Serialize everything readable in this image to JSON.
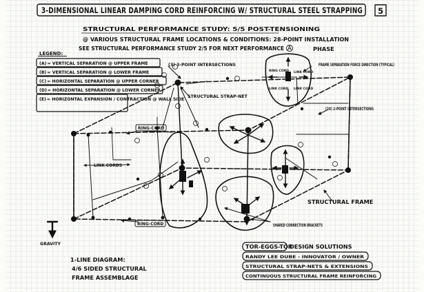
{
  "header": {
    "title": "3-DIMENSIONAL LINEAR DAMPING CORD REINFORCING W/ STRUCTURAL STEEL STRAPPING",
    "page_number": "5"
  },
  "subtitle": {
    "line1": "STRUCTURAL PERFORMANCE STUDY: 5/5 POST-TENSIONING",
    "line2": "@ VARIOUS STRUCTURAL FRAME LOCATIONS & CONDITIONS: 28-POINT INSTALLATION",
    "line3": "SEE STRUCTURAL PERFORMANCE STUDY 2/5 FOR NEXT PERFORMANCE",
    "phase_label": "PHASE"
  },
  "legend": {
    "title": "LEGEND:",
    "items": [
      {
        "code": "A",
        "text": "= VERTICAL SEPARATION @ UPPER FRAME"
      },
      {
        "code": "B",
        "text": "= VERTICAL SEPARATION @ LOWER FRAME"
      },
      {
        "code": "C",
        "text": "= HORIZONTAL SEPARATION @ UPPER CORNER"
      },
      {
        "code": "D",
        "text": "= HORIZONTAL SEPARATION @ LOWER CORNER"
      },
      {
        "code": "E",
        "text": "= HORIZONTAL EXPANSION / CONTRACTION @ WALL SIDE"
      }
    ]
  },
  "labels": {
    "three_point": "(3) 3-POINT INTERSECTIONS",
    "structural_strap_net": "STRUCTURAL STRAP-NET",
    "ring_cord_top": "RING-CORD",
    "ring_cord_bottom": "RING-CORD",
    "link_cords": "LINK-CORDS",
    "frame_separation_force": "FRAME SEPARATION FORCE DIRECTION (TYPICAL)",
    "two_point": "(20) 2-POINT INTERSECTIONS",
    "structural_frame": "STRUCTURAL FRAME",
    "shared_connection": "SHARED CONNECTION BRACKETS",
    "gravity": "GRAVITY",
    "ring_cord_small_1": "RING CORD",
    "link_cord_small_1": "LINK CORD",
    "link_cord_small_2": "LINK CORD",
    "link_cord_small_3": "LINK CORD"
  },
  "diagram_caption": {
    "line1": "1-LINE DIAGRAM:",
    "line2": "4/6 SIDED STRUCTURAL",
    "line3": "FRAME ASSEMBLAGE"
  },
  "credits": {
    "line1_a": "TOR-EGGS-TOR",
    "line1_b": "DESIGN SOLUTIONS",
    "line2": "RANDY LEE DUBE - INNOVATOR / OWNER",
    "line3": "STRUCTURAL STRAP-NETS & EXTENSIONS",
    "line4": "CONTINUOUS STRUCTURAL FRAME REINFORCING"
  },
  "colors": {
    "ink": "#111111",
    "paper": "#fbfbf7",
    "grid": "#b9c6d8"
  }
}
